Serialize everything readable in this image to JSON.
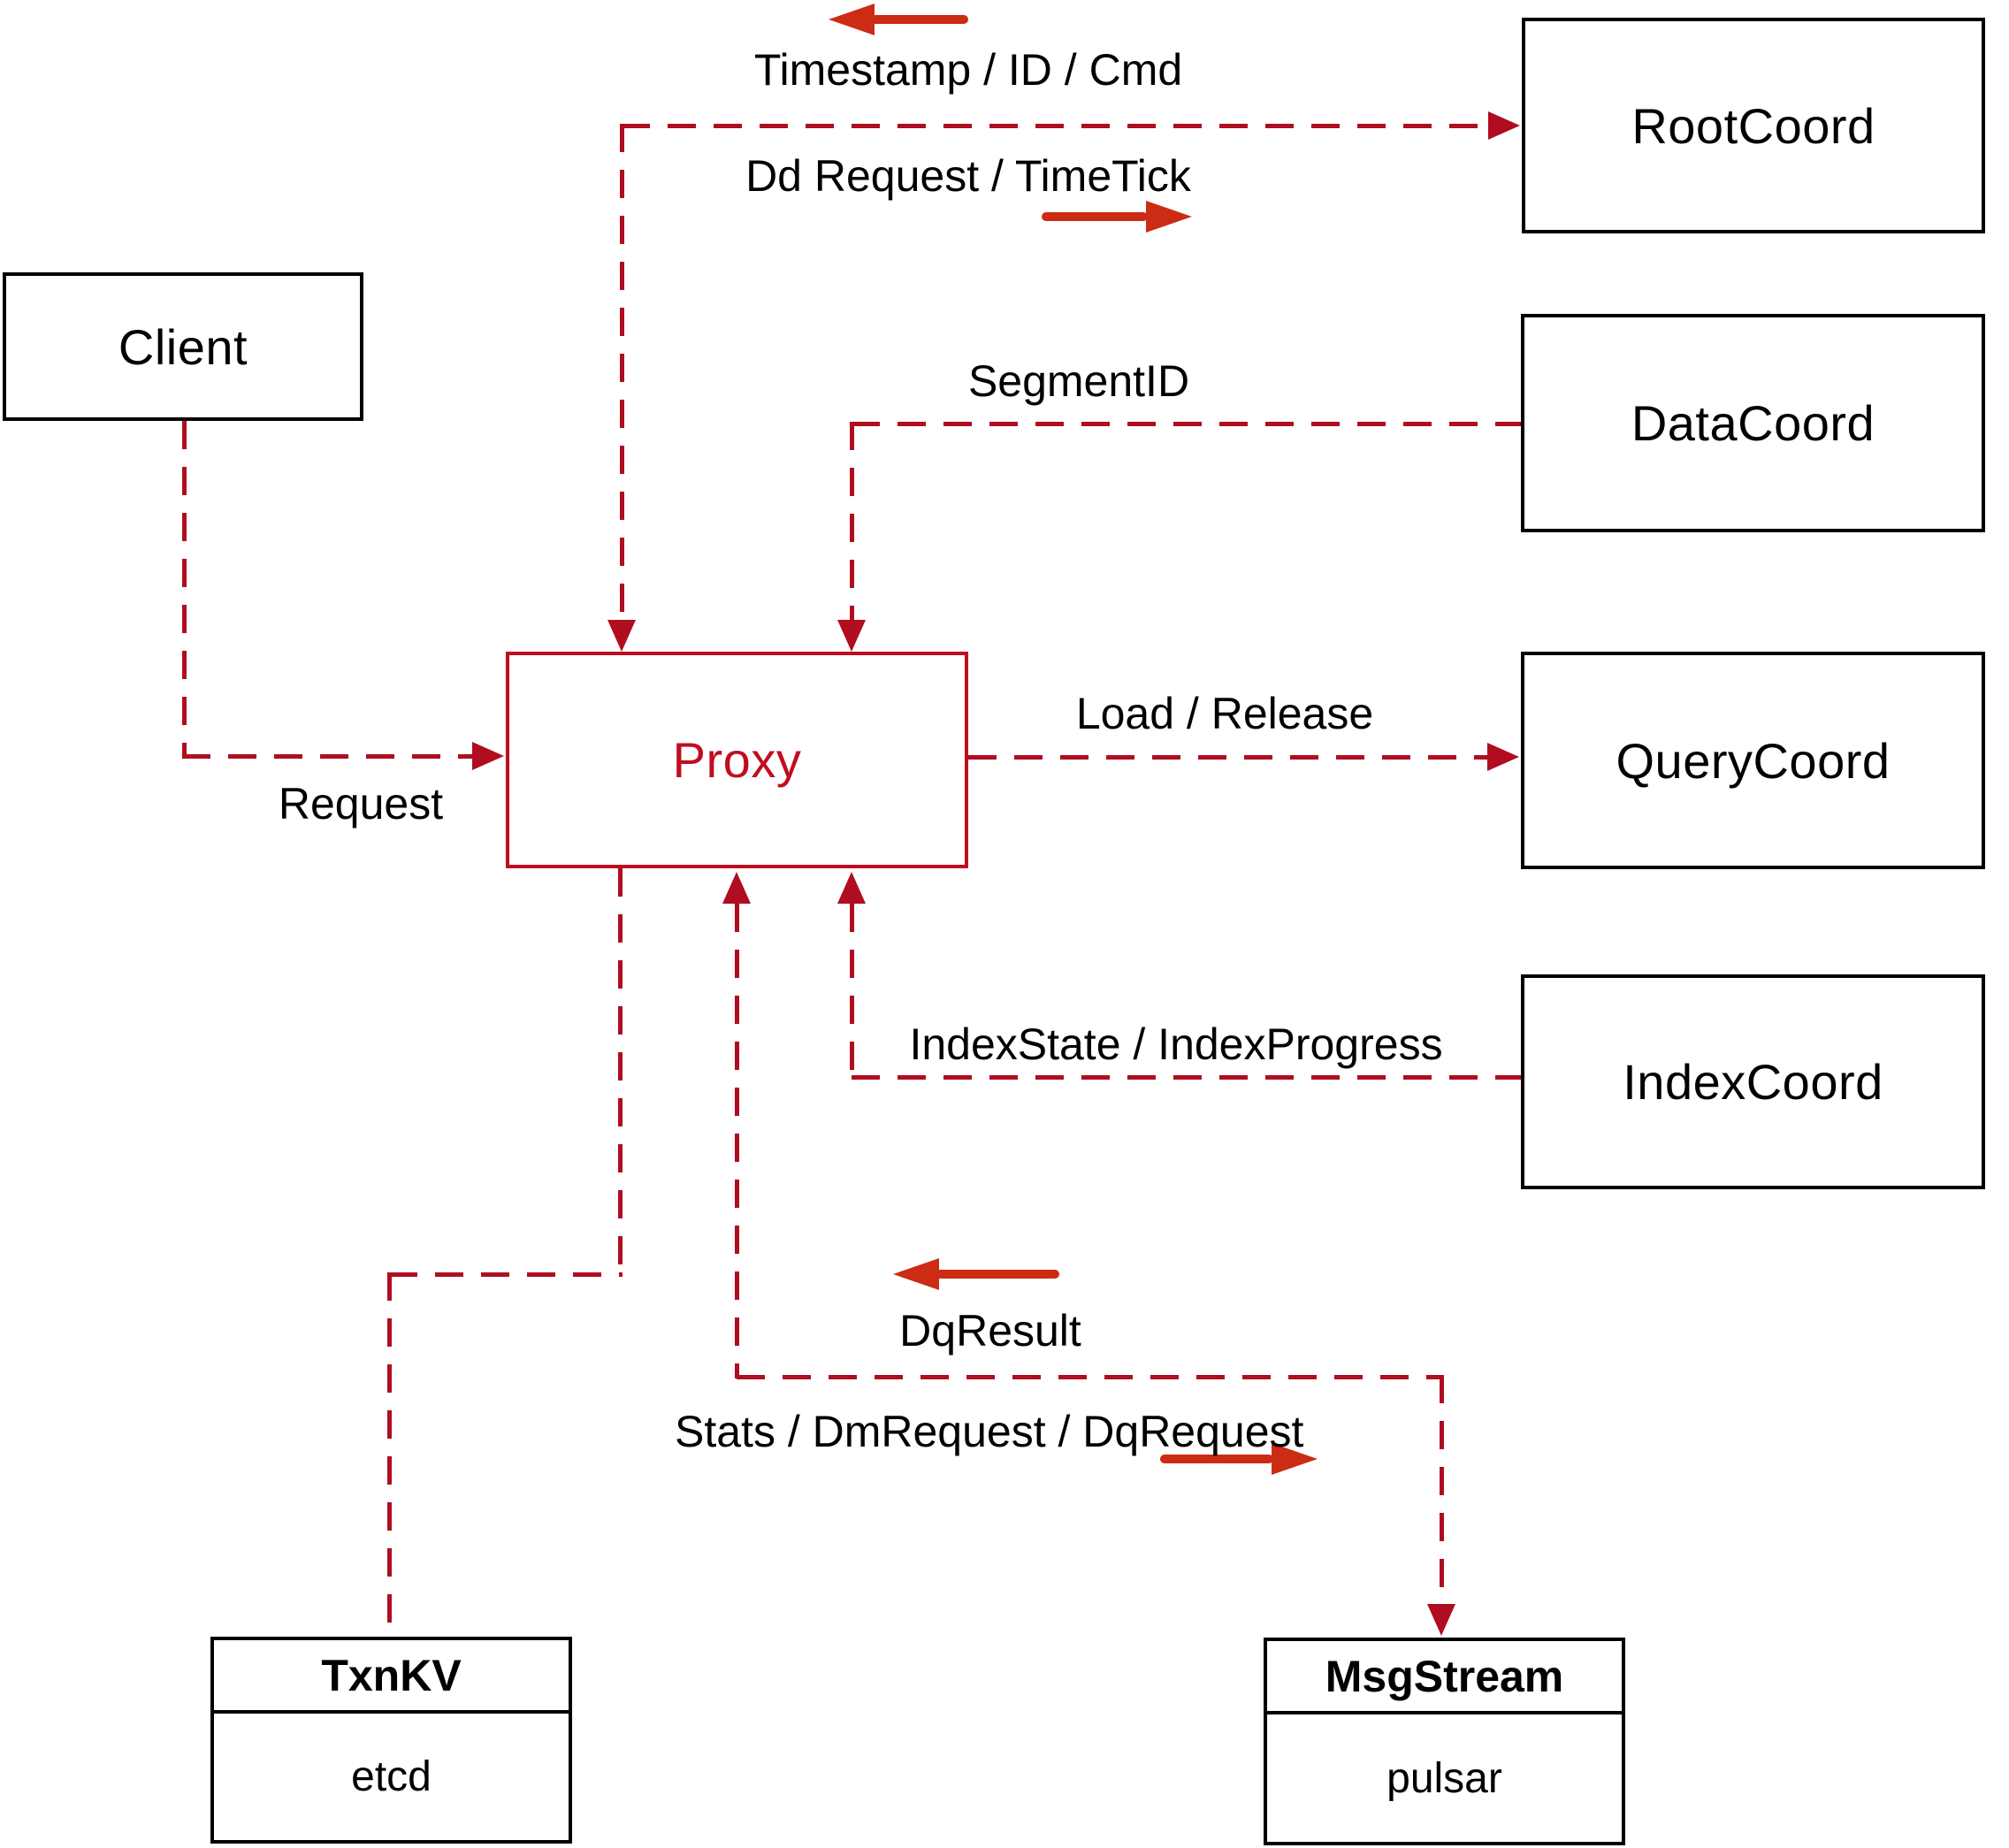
{
  "diagram": {
    "colors": {
      "crim": "#b00d20",
      "arrow": "#cc2b14",
      "ink": "#000000",
      "proxy": "#c00d1f"
    },
    "nodes": {
      "client": {
        "label": "Client"
      },
      "proxy": {
        "label": "Proxy"
      },
      "rootcoord": {
        "label": "RootCoord"
      },
      "datacoord": {
        "label": "DataCoord"
      },
      "querycoord": {
        "label": "QueryCoord"
      },
      "indexcoord": {
        "label": "IndexCoord"
      },
      "txnkv": {
        "title": "TxnKV",
        "subtitle": "etcd"
      },
      "msgstream": {
        "title": "MsgStream",
        "subtitle": "pulsar"
      }
    },
    "labels": {
      "timestamp": "Timestamp / ID / Cmd",
      "dd_request": "Dd Request / TimeTick",
      "segment_id": "SegmentID",
      "load_release": "Load / Release",
      "index_state": "IndexState / IndexProgress",
      "request": "Request",
      "dq_result": "DqResult",
      "stats": "Stats / DmRequest / DqRequest"
    }
  }
}
